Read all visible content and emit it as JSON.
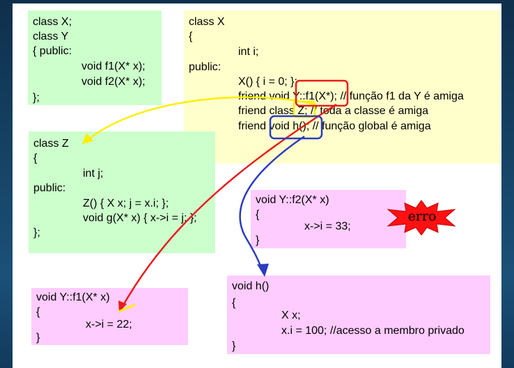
{
  "colors": {
    "green_box": "#ccffcc",
    "yellow_box": "#ffffcc",
    "pink_box": "#ffccff",
    "arrow_yellow": "#ffee00",
    "arrow_red": "#e81c1c",
    "arrow_blue": "#2c3cbf",
    "erro_badge": "#ff1111"
  },
  "class_y_decl": {
    "lines": [
      "class X;",
      "class Y",
      "{ public:",
      "void f1(X* x);",
      "void f2(X* x);",
      "};"
    ]
  },
  "class_x_decl": {
    "lines": [
      "class X",
      "{",
      "int i;",
      "public:",
      "X() { i = 0; };",
      "friend void Y::f1(X*); // função f1 da Y é amiga",
      "friend class Z; // toda a classe é amiga",
      "friend void h(); // função global é amiga"
    ]
  },
  "class_z_decl": {
    "lines": [
      "class Z",
      "{",
      "int j;",
      "public:",
      "Z() { X x; j = x.i; };",
      "void g(X* x) { x->i = j; };",
      "};"
    ]
  },
  "y_f2_def": {
    "lines": [
      "void Y::f2(X* x)",
      "{",
      "x->i = 33;",
      "}"
    ]
  },
  "erro_label": "erro",
  "y_f1_def": {
    "lines": [
      "void Y::f1(X* x)",
      "{",
      "x->i = 22;",
      "}"
    ]
  },
  "h_def": {
    "lines": [
      "void h()",
      "{",
      "X x;",
      "x.i = 100; //acesso a membro privado",
      "}"
    ]
  }
}
